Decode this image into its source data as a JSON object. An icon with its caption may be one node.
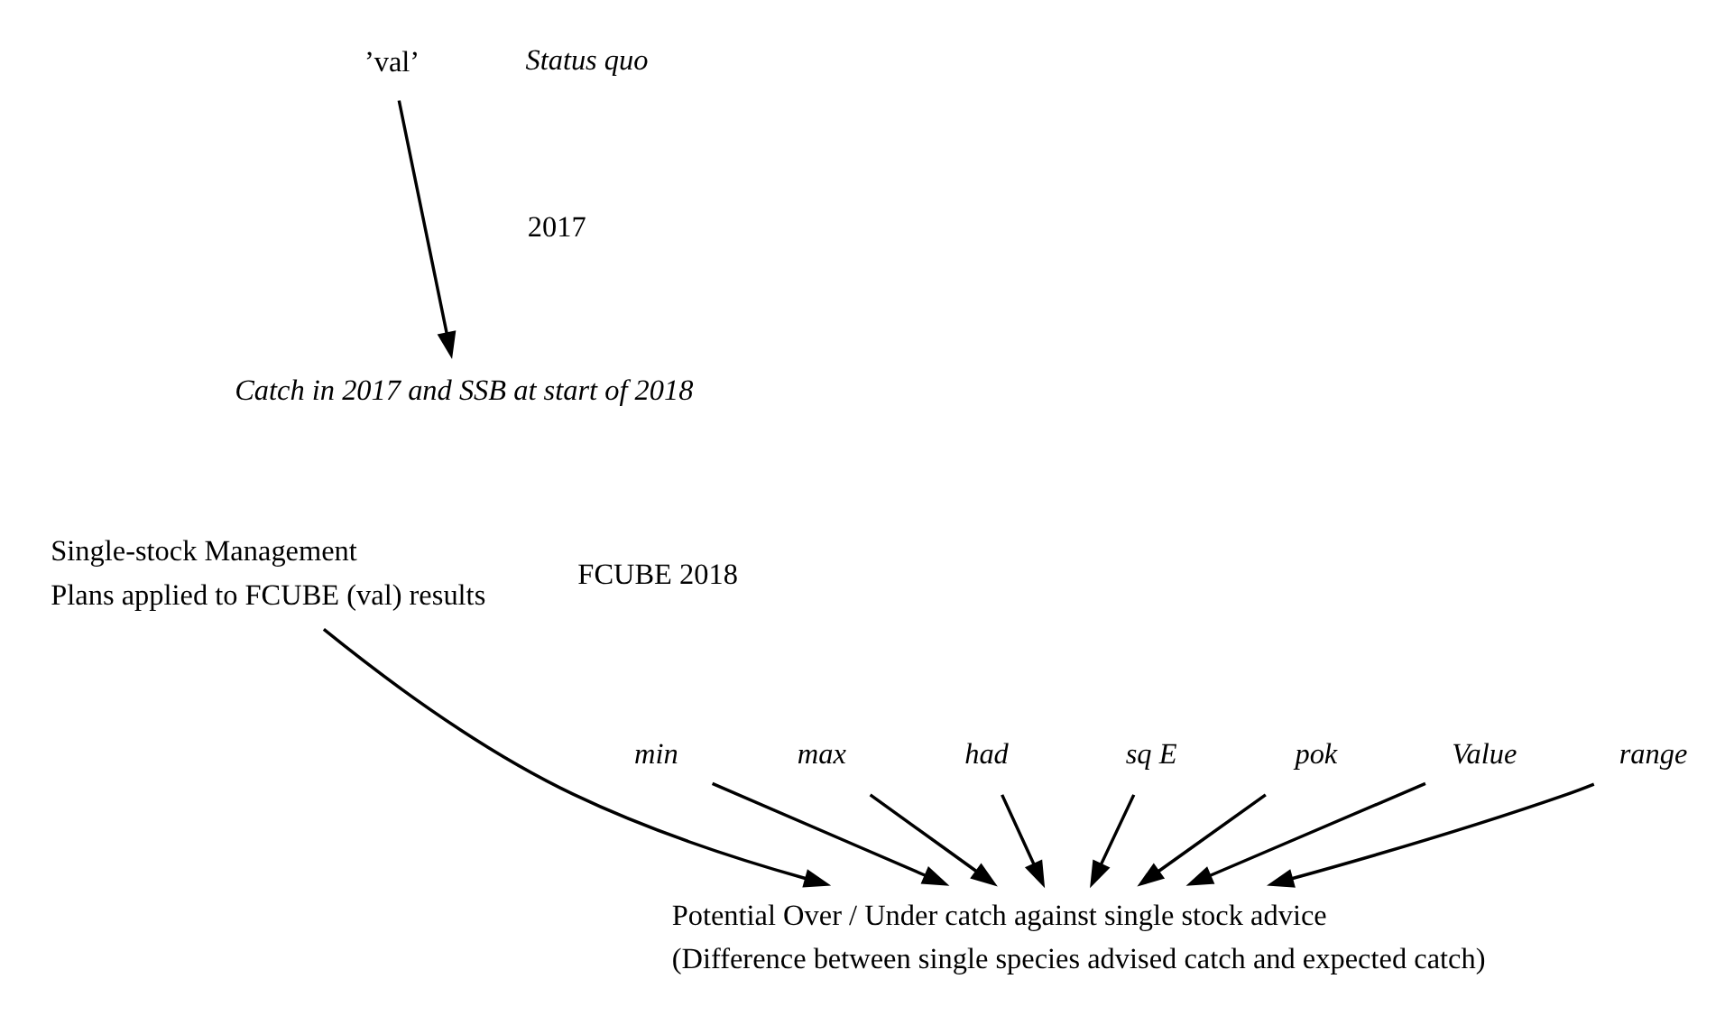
{
  "diagram": {
    "nodes": [
      {
        "text": [
          "’val’"
        ]
      },
      {
        "text": [
          "Catch in 2017 and SSB at start of 2018"
        ]
      },
      {
        "text": [
          "Single-stock Management",
          "Plans applied to FCUBE (val) results"
        ]
      },
      {
        "text": [
          "min"
        ]
      },
      {
        "text": [
          "max"
        ]
      },
      {
        "text": [
          "had"
        ]
      },
      {
        "text": [
          "sq E"
        ]
      },
      {
        "text": [
          "pok"
        ]
      },
      {
        "text": [
          "Value"
        ]
      },
      {
        "text": [
          "range"
        ]
      },
      {
        "text": [
          "Potential Over / Under catch against single stock advice",
          "(Difference between single species advised catch and expected catch)"
        ]
      }
    ],
    "edges": [
      {
        "from": 0,
        "to": 1,
        "arrow": "to"
      },
      {
        "from": 2,
        "to": 10,
        "arrow": "to"
      },
      {
        "from": 3,
        "to": 10,
        "arrow": "to"
      },
      {
        "from": 4,
        "to": 10,
        "arrow": "to"
      },
      {
        "from": 5,
        "to": 10,
        "arrow": "to"
      },
      {
        "from": 6,
        "to": 10,
        "arrow": "to"
      },
      {
        "from": 7,
        "to": 10,
        "arrow": "to"
      },
      {
        "from": 8,
        "to": 10,
        "arrow": "to"
      },
      {
        "from": 9,
        "to": 10,
        "arrow": "to"
      }
    ],
    "labels": [
      "Status quo",
      "2017",
      "FCUBE 2018"
    ]
  }
}
